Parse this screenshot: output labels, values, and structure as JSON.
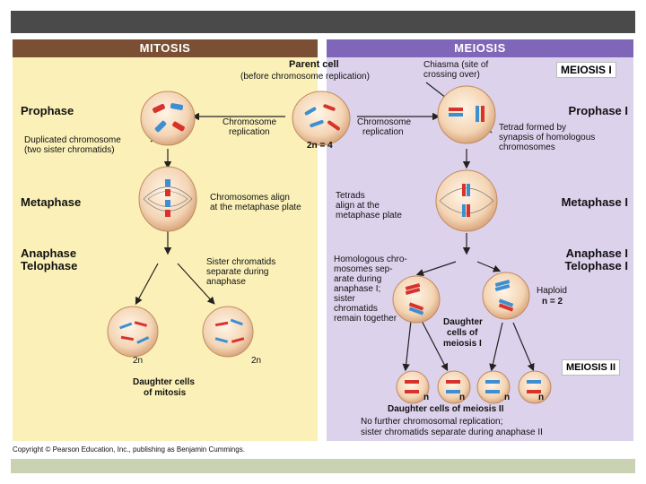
{
  "headers": {
    "mitosis": "MITOSIS",
    "meiosis": "MEIOSIS"
  },
  "labels": {
    "parent_cell_title": "Parent cell",
    "parent_cell_sub": "(before chromosome replication)",
    "chiasma_1": "Chiasma (site of",
    "chiasma_2": "crossing over)",
    "meiosis_1_box": "MEIOSIS I",
    "prophase": "Prophase",
    "prophase_1": "Prophase I",
    "chromrep_left_1": "Chromosome",
    "chromrep_left_2": "replication",
    "chromrep_right_1": "Chromosome",
    "chromrep_right_2": "replication",
    "two_n_4": "2n = 4",
    "tetrad_1": "Tetrad formed by",
    "tetrad_2": "synapsis of homologous",
    "tetrad_3": "chromosomes",
    "dup_1": "Duplicated chromosome",
    "dup_2": "(two sister chromatids)",
    "metaphase": "Metaphase",
    "metaphase_1": "Metaphase I",
    "chrom_align_1": "Chromosomes align",
    "chrom_align_2": "at the metaphase plate",
    "tetrads_1": "Tetrads",
    "tetrads_2": "align at the",
    "tetrads_3": "metaphase plate",
    "anaphase": "Anaphase",
    "telophase": "Telophase",
    "anaphase_1": "Anaphase I",
    "telophase_1": "Telophase I",
    "sister_1": "Sister chromatids",
    "sister_2": "separate during",
    "sister_3": "anaphase",
    "homo_1": "Homologous chro-",
    "homo_2": "mosomes sep-",
    "homo_3": "arate during",
    "homo_4": "anaphase I;",
    "homo_5": "sister",
    "homo_6": "chromatids",
    "homo_7": "remain together",
    "haploid_1": "Haploid",
    "haploid_2": "n = 2",
    "dm1_1": "Daughter",
    "dm1_2": "cells of",
    "dm1_3": "meiosis I",
    "twon_a": "2n",
    "twon_b": "2n",
    "meiosis_2_box": "MEIOSIS II",
    "dcm_1": "Daughter cells",
    "dcm_2": "of mitosis",
    "n1": "n",
    "n2": "n",
    "n3": "n",
    "n4": "n",
    "dcmeiosis2": "Daughter cells of meiosis II",
    "nofurther_1": "No further chromosomal replication;",
    "nofurther_2": "sister chromatids separate during anaphase II",
    "copyright": "Copyright © Pearson Education, Inc., publishing as Benjamin Cummings."
  },
  "colors": {
    "mitosis_header": "#7a4f33",
    "meiosis_header": "#7f66b8",
    "mitosis_bg": "#fbf1b8",
    "meiosis_bg": "#ddd2ec",
    "chrom_red": "#d8322c",
    "chrom_blue": "#3d8fd1",
    "cell_fill": "#f6dcc0"
  }
}
